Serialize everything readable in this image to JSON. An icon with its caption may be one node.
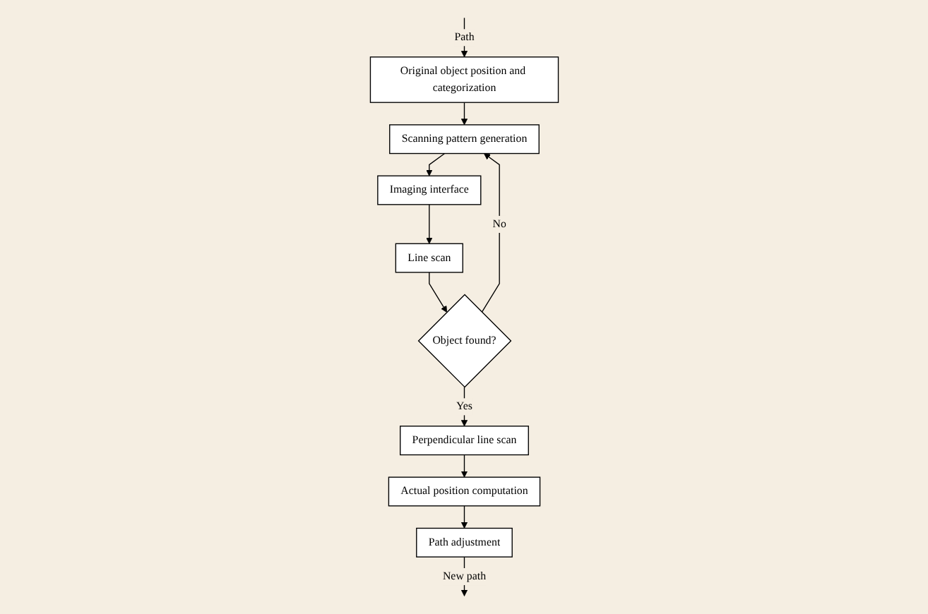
{
  "diagram": {
    "nodes": [
      {
        "text": [
          "Original object position and categorization"
        ]
      },
      {
        "text": [
          "Scanning pattern generation"
        ]
      },
      {
        "text": [
          "Imaging interface"
        ]
      },
      {
        "text": [
          "Line scan"
        ]
      },
      {
        "text": [
          "Object found?"
        ]
      },
      {
        "text": [
          "Perpendicular line scan"
        ]
      },
      {
        "text": [
          "Actual position computation"
        ]
      },
      {
        "text": [
          "Path adjustment"
        ]
      }
    ],
    "edges": [
      {
        "from": null,
        "to": 0,
        "arrow": "to",
        "label": "Path"
      },
      {
        "from": 0,
        "to": 1,
        "arrow": "to"
      },
      {
        "from": 1,
        "to": 2,
        "arrow": "to"
      },
      {
        "from": 2,
        "to": 3,
        "arrow": "to"
      },
      {
        "from": 3,
        "to": 4,
        "arrow": "to"
      },
      {
        "from": 4,
        "to": 1,
        "arrow": "to",
        "label": "No"
      },
      {
        "from": 4,
        "to": 5,
        "arrow": "to",
        "label": "Yes"
      },
      {
        "from": 5,
        "to": 6,
        "arrow": "to"
      },
      {
        "from": 6,
        "to": 7,
        "arrow": "to"
      },
      {
        "from": 7,
        "to": null,
        "arrow": "to",
        "label": "New path"
      }
    ]
  }
}
